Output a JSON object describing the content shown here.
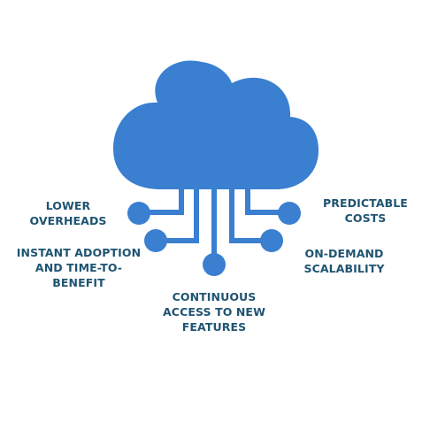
{
  "colors": {
    "cloud": "#3a7fd0",
    "circuit": "#3a7fd0",
    "text": "#1f5472",
    "background": "#ffffff"
  },
  "icon": "cloud-circuit-icon",
  "benefits": {
    "lower_overheads": "LOWER\nOVERHEADS",
    "instant_adoption": "INSTANT ADOPTION\nAND TIME-TO-\nBENEFIT",
    "continuous_access": "CONTINUOUS\nACCESS TO NEW\nFEATURES",
    "predictable_costs": "PREDICTABLE\nCOSTS",
    "on_demand_scalability": "ON-DEMAND\nSCALABILITY"
  }
}
